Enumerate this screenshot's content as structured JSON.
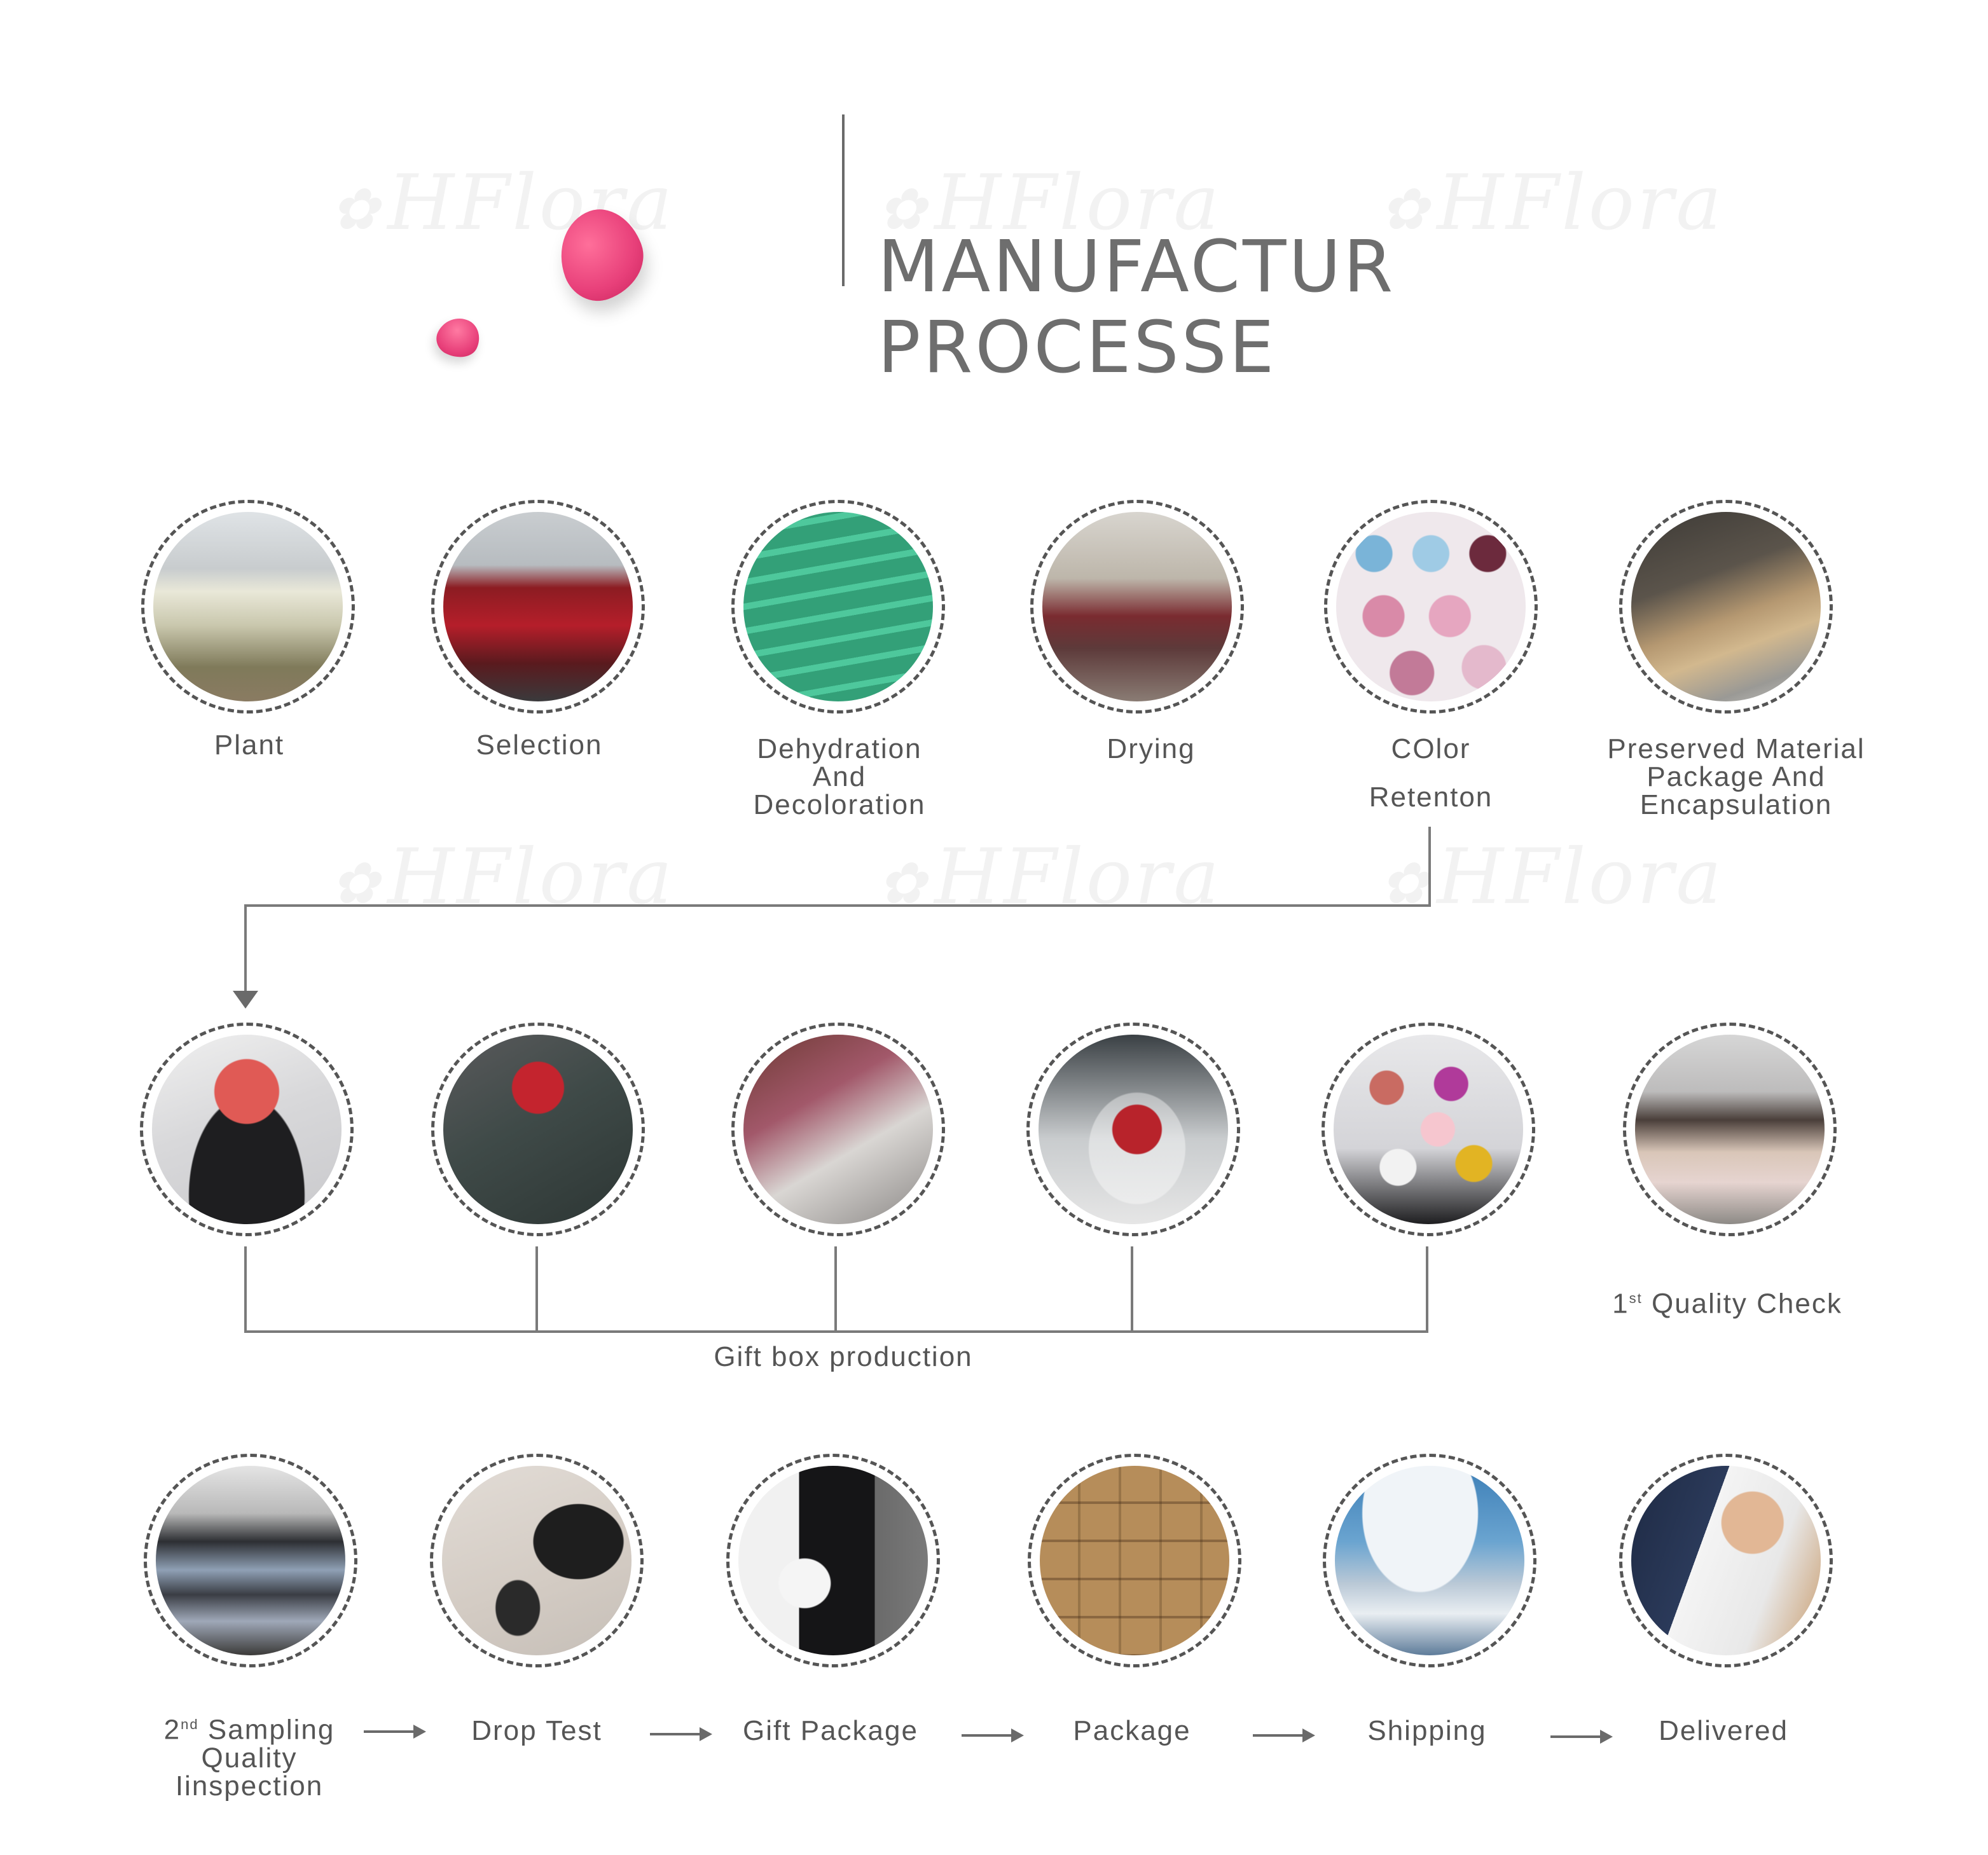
{
  "header": {
    "title_line1": "MANUFACTUR",
    "title_line2": "PROCESSE",
    "watermark": "HFlora"
  },
  "colors": {
    "text": "#555555",
    "petal": "#e8407a",
    "line": "#7a7a7a"
  },
  "row1": [
    {
      "label_lines": [
        "Plant"
      ],
      "icon": "greenhouse-photo"
    },
    {
      "label_lines": [
        "Selection"
      ],
      "icon": "red-roses-photo"
    },
    {
      "label_lines": [
        "Dehydration",
        "And",
        "Decoloration"
      ],
      "icon": "green-trays-photo"
    },
    {
      "label_lines": [
        "Drying"
      ],
      "icon": "drying-room-photo"
    },
    {
      "label_lines": [
        "COlor",
        "Retenton"
      ],
      "icon": "colored-roses-photo"
    },
    {
      "label_lines": [
        "Preserved Material",
        "Package And",
        "Encapsulation"
      ],
      "icon": "packing-box-photo"
    }
  ],
  "row2": {
    "group_label": "Gift box production",
    "quality_check": {
      "number": "1",
      "suffix": "st",
      "text": "Quality Check"
    }
  },
  "row3": [
    {
      "label_lines": [
        "Sampling",
        "Quality",
        "Iinspection"
      ],
      "number": "2",
      "suffix": "nd"
    },
    {
      "label_lines": [
        "Drop Test"
      ]
    },
    {
      "label_lines": [
        "Gift Package"
      ]
    },
    {
      "label_lines": [
        "Package"
      ]
    },
    {
      "label_lines": [
        "Shipping"
      ]
    },
    {
      "label_lines": [
        "Delivered"
      ]
    }
  ]
}
